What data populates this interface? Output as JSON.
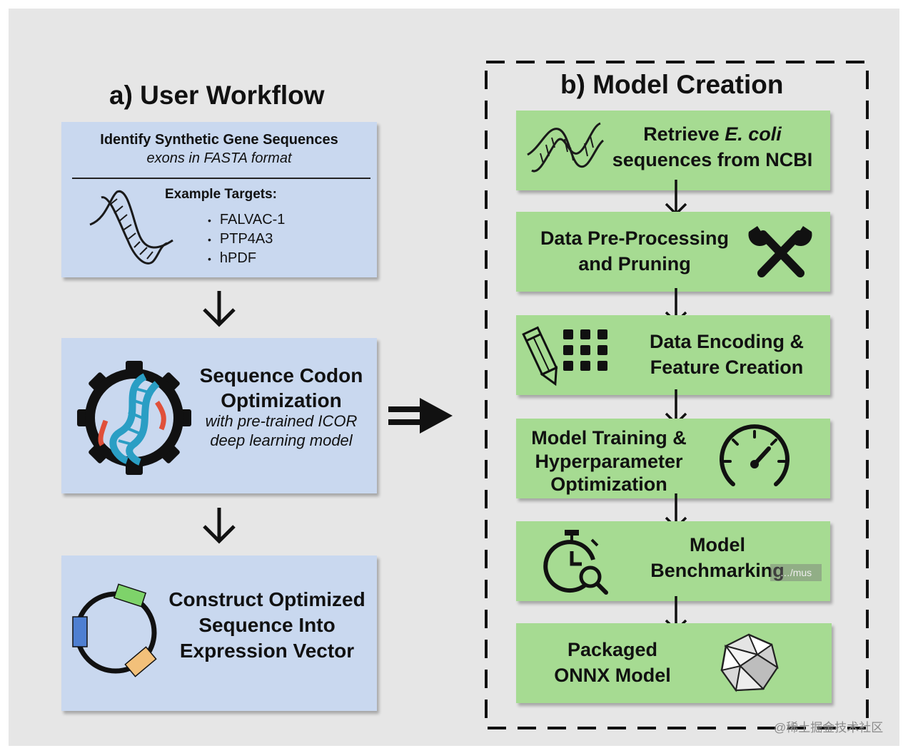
{
  "user_workflow": {
    "title": "a) User Workflow",
    "identify": {
      "heading": "Identify Synthetic Gene Sequences",
      "subheading": "exons in FASTA format",
      "targets_label": "Example Targets:",
      "targets": [
        "FALVAC-1",
        "PTP4A3",
        "hPDF"
      ]
    },
    "optimization": {
      "line1": "Sequence Codon",
      "line2": "Optimization",
      "sub1": "with pre-trained ICOR",
      "sub2": "deep learning model"
    },
    "construct": {
      "line1": "Construct Optimized",
      "line2": "Sequence Into",
      "line3": "Expression Vector"
    }
  },
  "model_creation": {
    "title": "b) Model Creation",
    "steps": [
      {
        "line1_prefix": "Retrieve ",
        "line1_italic": "E. coli",
        "line2": "sequences from NCBI",
        "icon": "dna-icon"
      },
      {
        "line1": "Data Pre-Processing",
        "line2": "and Pruning",
        "icon": "wrench-screwdriver-icon"
      },
      {
        "line1": "Data Encoding &",
        "line2": "Feature Creation",
        "icon": "pencil-grid-icon"
      },
      {
        "line1": "Model Training &",
        "line2": "Hyperparameter",
        "line3": "Optimization",
        "icon": "speedometer-icon"
      },
      {
        "line1": "Model",
        "line2": "Benchmarking",
        "icon": "stopwatch-magnifier-icon"
      },
      {
        "line1": "Packaged",
        "line2": "ONNX Model",
        "icon": "polyhedron-icon"
      }
    ]
  },
  "overlays": {
    "watermark_small": "…/mus",
    "watermark": "@稀土掘金技术社区"
  },
  "colors": {
    "background": "#e6e6e6",
    "blue_box": "#c9d8ef",
    "green_box": "#a6db92",
    "dna_blue": "#2a9ec4",
    "dna_red": "#e0503a",
    "plasmid_green": "#7ed36a",
    "plasmid_blue": "#4e7fd1",
    "plasmid_orange": "#f2c07a"
  }
}
